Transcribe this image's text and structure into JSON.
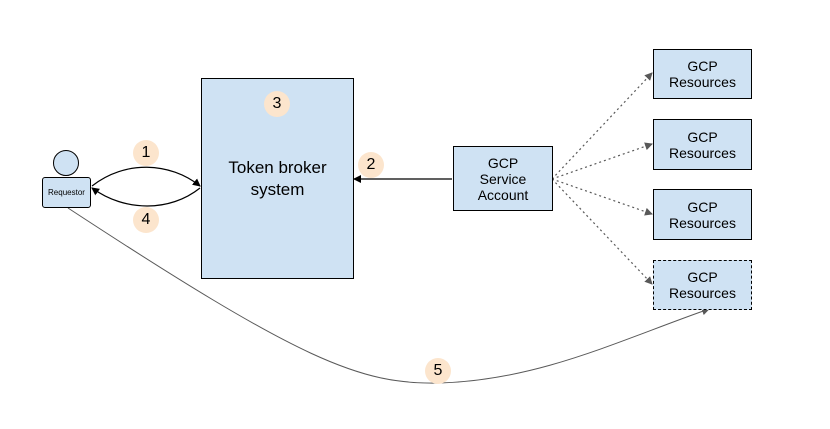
{
  "requestor": {
    "label": "Requestor"
  },
  "broker": {
    "label": "Token broker\nsystem",
    "step": "3"
  },
  "service_account": {
    "label": "GCP\nService\nAccount"
  },
  "resources": [
    {
      "label": "GCP\nResources",
      "style": "solid"
    },
    {
      "label": "GCP\nResources",
      "style": "solid"
    },
    {
      "label": "GCP\nResources",
      "style": "solid"
    },
    {
      "label": "GCP\nResources",
      "style": "dashed"
    }
  ],
  "steps": {
    "one": "1",
    "two": "2",
    "four": "4",
    "five": "5"
  },
  "colors": {
    "box_fill": "#cfe2f3",
    "badge_fill": "#fce5cd",
    "edge": "#000000",
    "line": "#595959"
  }
}
